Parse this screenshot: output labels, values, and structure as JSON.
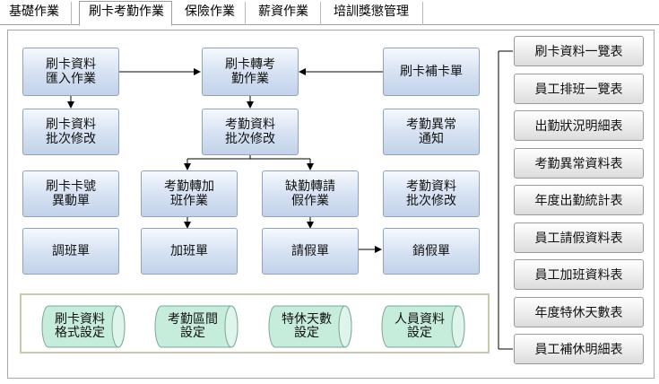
{
  "tabs": [
    {
      "label": "基礎作業",
      "active": false
    },
    {
      "label": "刷卡考勤作業",
      "active": true
    },
    {
      "label": "保險作業",
      "active": false
    },
    {
      "label": "薪資作業",
      "active": false
    },
    {
      "label": "培訓獎懲管理",
      "active": false
    }
  ],
  "flow": {
    "import": "刷卡資料\n匯入作業",
    "convert": "刷卡轉考\n勤作業",
    "supplement": "刷卡補卡單",
    "card_batch_edit": "刷卡資料\n批次修改",
    "attendance_batch_edit": "考勤資料\n批次修改",
    "abnormal_notice": "考勤異常\n通知",
    "card_change": "刷卡卡號\n異動單",
    "overtime_convert": "考勤轉加\n班作業",
    "absence_convert": "缺勤轉請\n假作業",
    "attendance_batch_edit_2": "考勤資料\n批次修改",
    "shift_change": "調班單",
    "overtime": "加班單",
    "leave": "請假單",
    "cancel_leave": "銷假單"
  },
  "settings": [
    "刷卡資料\n格式設定",
    "考勤區間\n設定",
    "特休天數\n設定",
    "人員資料\n設定"
  ],
  "reports": [
    "刷卡資料一覽表",
    "員工排班一覽表",
    "出勤狀況明細表",
    "考勤異常資料表",
    "年度出勤統計表",
    "員工請假資料表",
    "員工加班資料表",
    "年度特休天數表",
    "員工補休明細表"
  ],
  "colors": {
    "flow_box_top": "#f6f9fe",
    "flow_box_bottom": "#c2d2ea",
    "flow_box_border": "#8ea2c2",
    "cylinder_fill": "#c6ecdc",
    "cylinder_border": "#7aa898"
  }
}
